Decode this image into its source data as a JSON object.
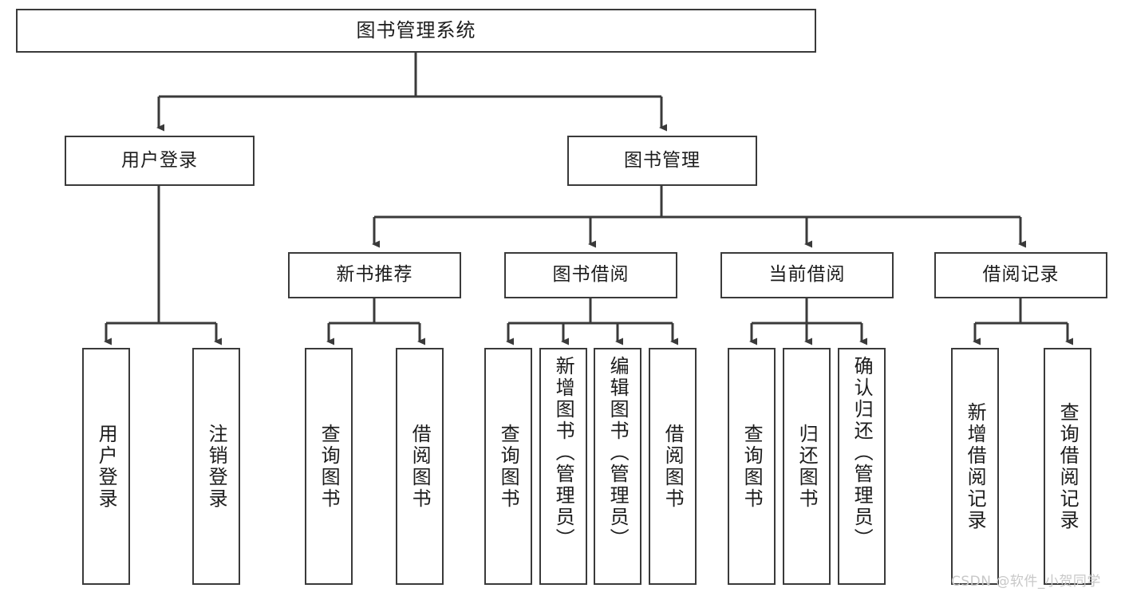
{
  "diagram": {
    "type": "tree-hierarchy-chart",
    "root": {
      "label": "图书管理系统"
    },
    "level2": [
      {
        "label": "用户登录"
      },
      {
        "label": "图书管理"
      }
    ],
    "level3": [
      {
        "label": "新书推荐"
      },
      {
        "label": "图书借阅"
      },
      {
        "label": "当前借阅"
      },
      {
        "label": "借阅记录"
      }
    ],
    "leaves": {
      "user_login": [
        {
          "label": "用户登录"
        },
        {
          "label": "注销登录"
        }
      ],
      "new_book_recommend": [
        {
          "label": "查询图书"
        },
        {
          "label": "借阅图书"
        }
      ],
      "book_borrow": [
        {
          "label": "查询图书"
        },
        {
          "label": "新增图书（管理员）"
        },
        {
          "label": "编辑图书（管理员）"
        },
        {
          "label": "借阅图书"
        }
      ],
      "current_borrow": [
        {
          "label": "查询图书"
        },
        {
          "label": "归还图书"
        },
        {
          "label": "确认归还（管理员）"
        }
      ],
      "borrow_record": [
        {
          "label": "新增借阅记录"
        },
        {
          "label": "查询借阅记录"
        }
      ]
    }
  },
  "watermark": {
    "text": "CSDN @软件_小贺同学"
  },
  "colors": {
    "border": "#3a3a3a",
    "text": "#1c1c1c",
    "background": "#ffffff",
    "watermark": "#c8c8c8"
  }
}
